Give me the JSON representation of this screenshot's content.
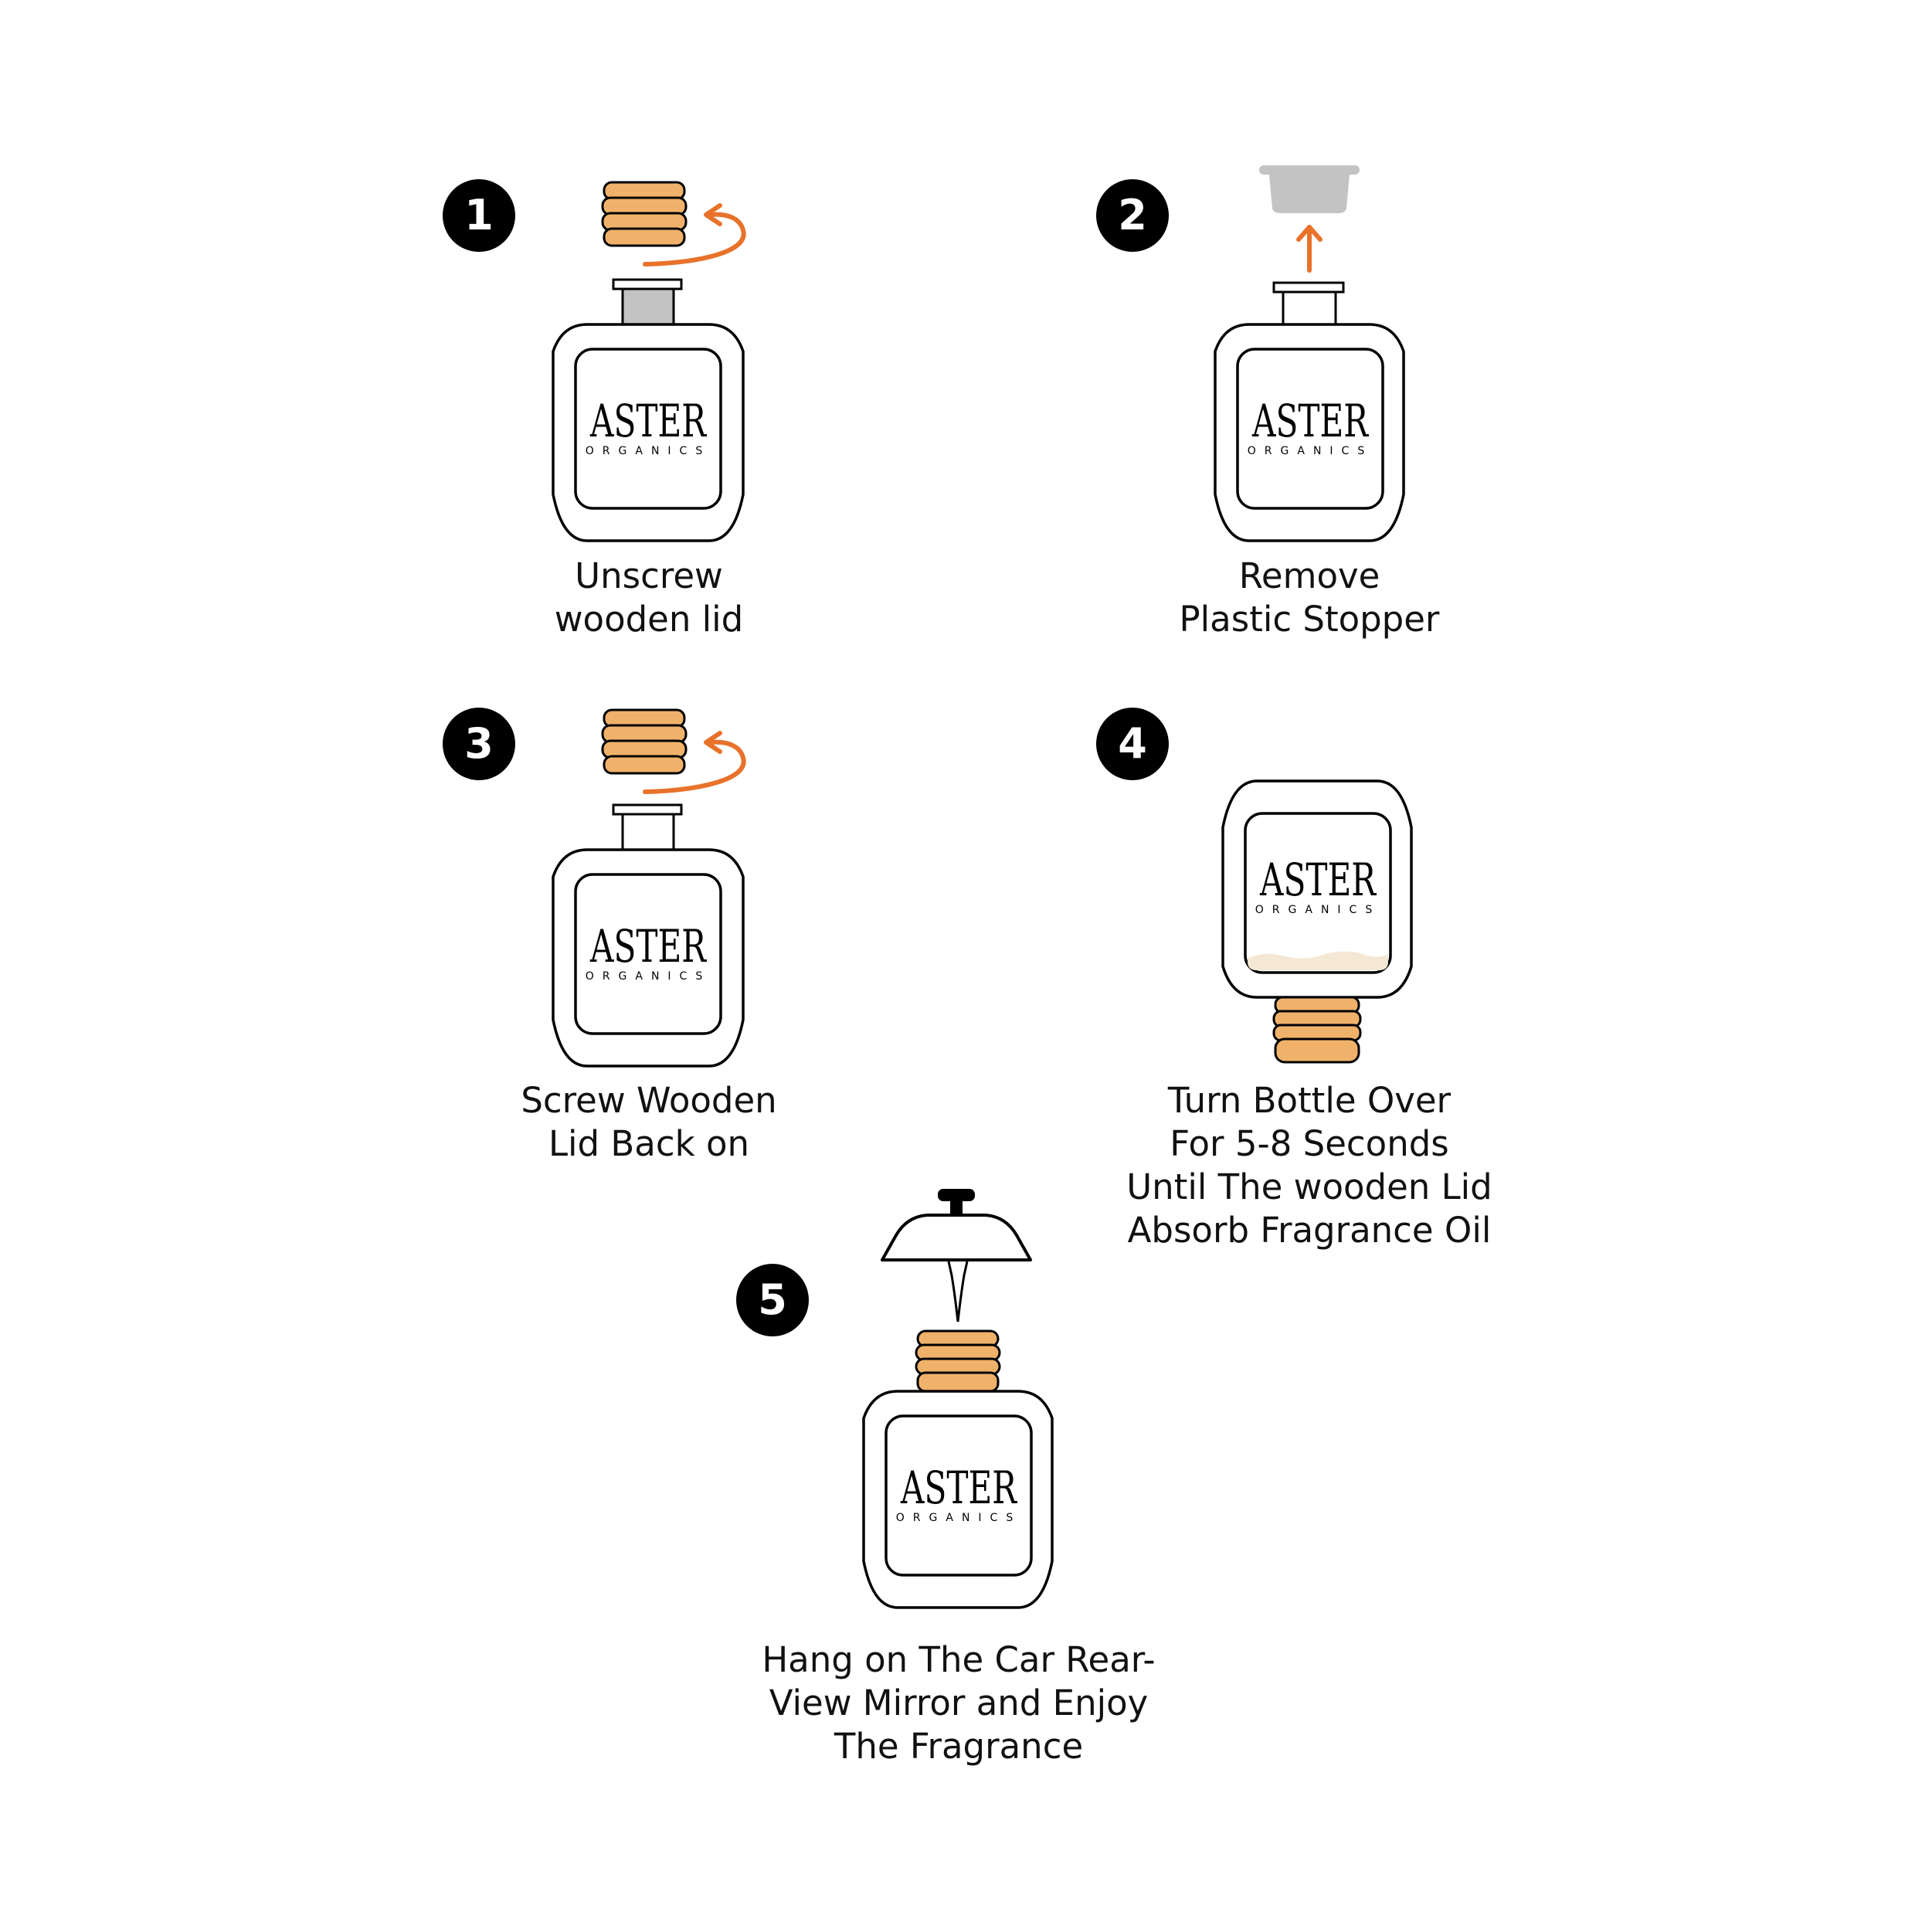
{
  "colors": {
    "wood": "#F0B26A",
    "arrow": "#E8722A",
    "stopper": "#C3C3C3",
    "liquid": "#F4E8D5",
    "ink": "#000000"
  },
  "brand": {
    "name": "ASTER",
    "tagline": "ORGANICS"
  },
  "steps": [
    {
      "number": "1",
      "lines": [
        "Unscrew",
        "wooden lid"
      ],
      "icon": "bottle-unscrew-lid"
    },
    {
      "number": "2",
      "lines": [
        "Remove",
        "Plastic Stopper"
      ],
      "icon": "bottle-remove-stopper"
    },
    {
      "number": "3",
      "lines": [
        "Screw Wooden",
        "Lid Back on"
      ],
      "icon": "bottle-screw-lid"
    },
    {
      "number": "4",
      "lines": [
        "Turn Bottle Over",
        "For 5-8 Seconds",
        "Until The wooden Lid",
        "Absorb Fragrance Oil"
      ],
      "icon": "bottle-upside-down"
    },
    {
      "number": "5",
      "lines": [
        "Hang on The Car Rear-",
        "View Mirror and Enjoy",
        "The Fragrance"
      ],
      "icon": "bottle-hanging-clip"
    }
  ]
}
